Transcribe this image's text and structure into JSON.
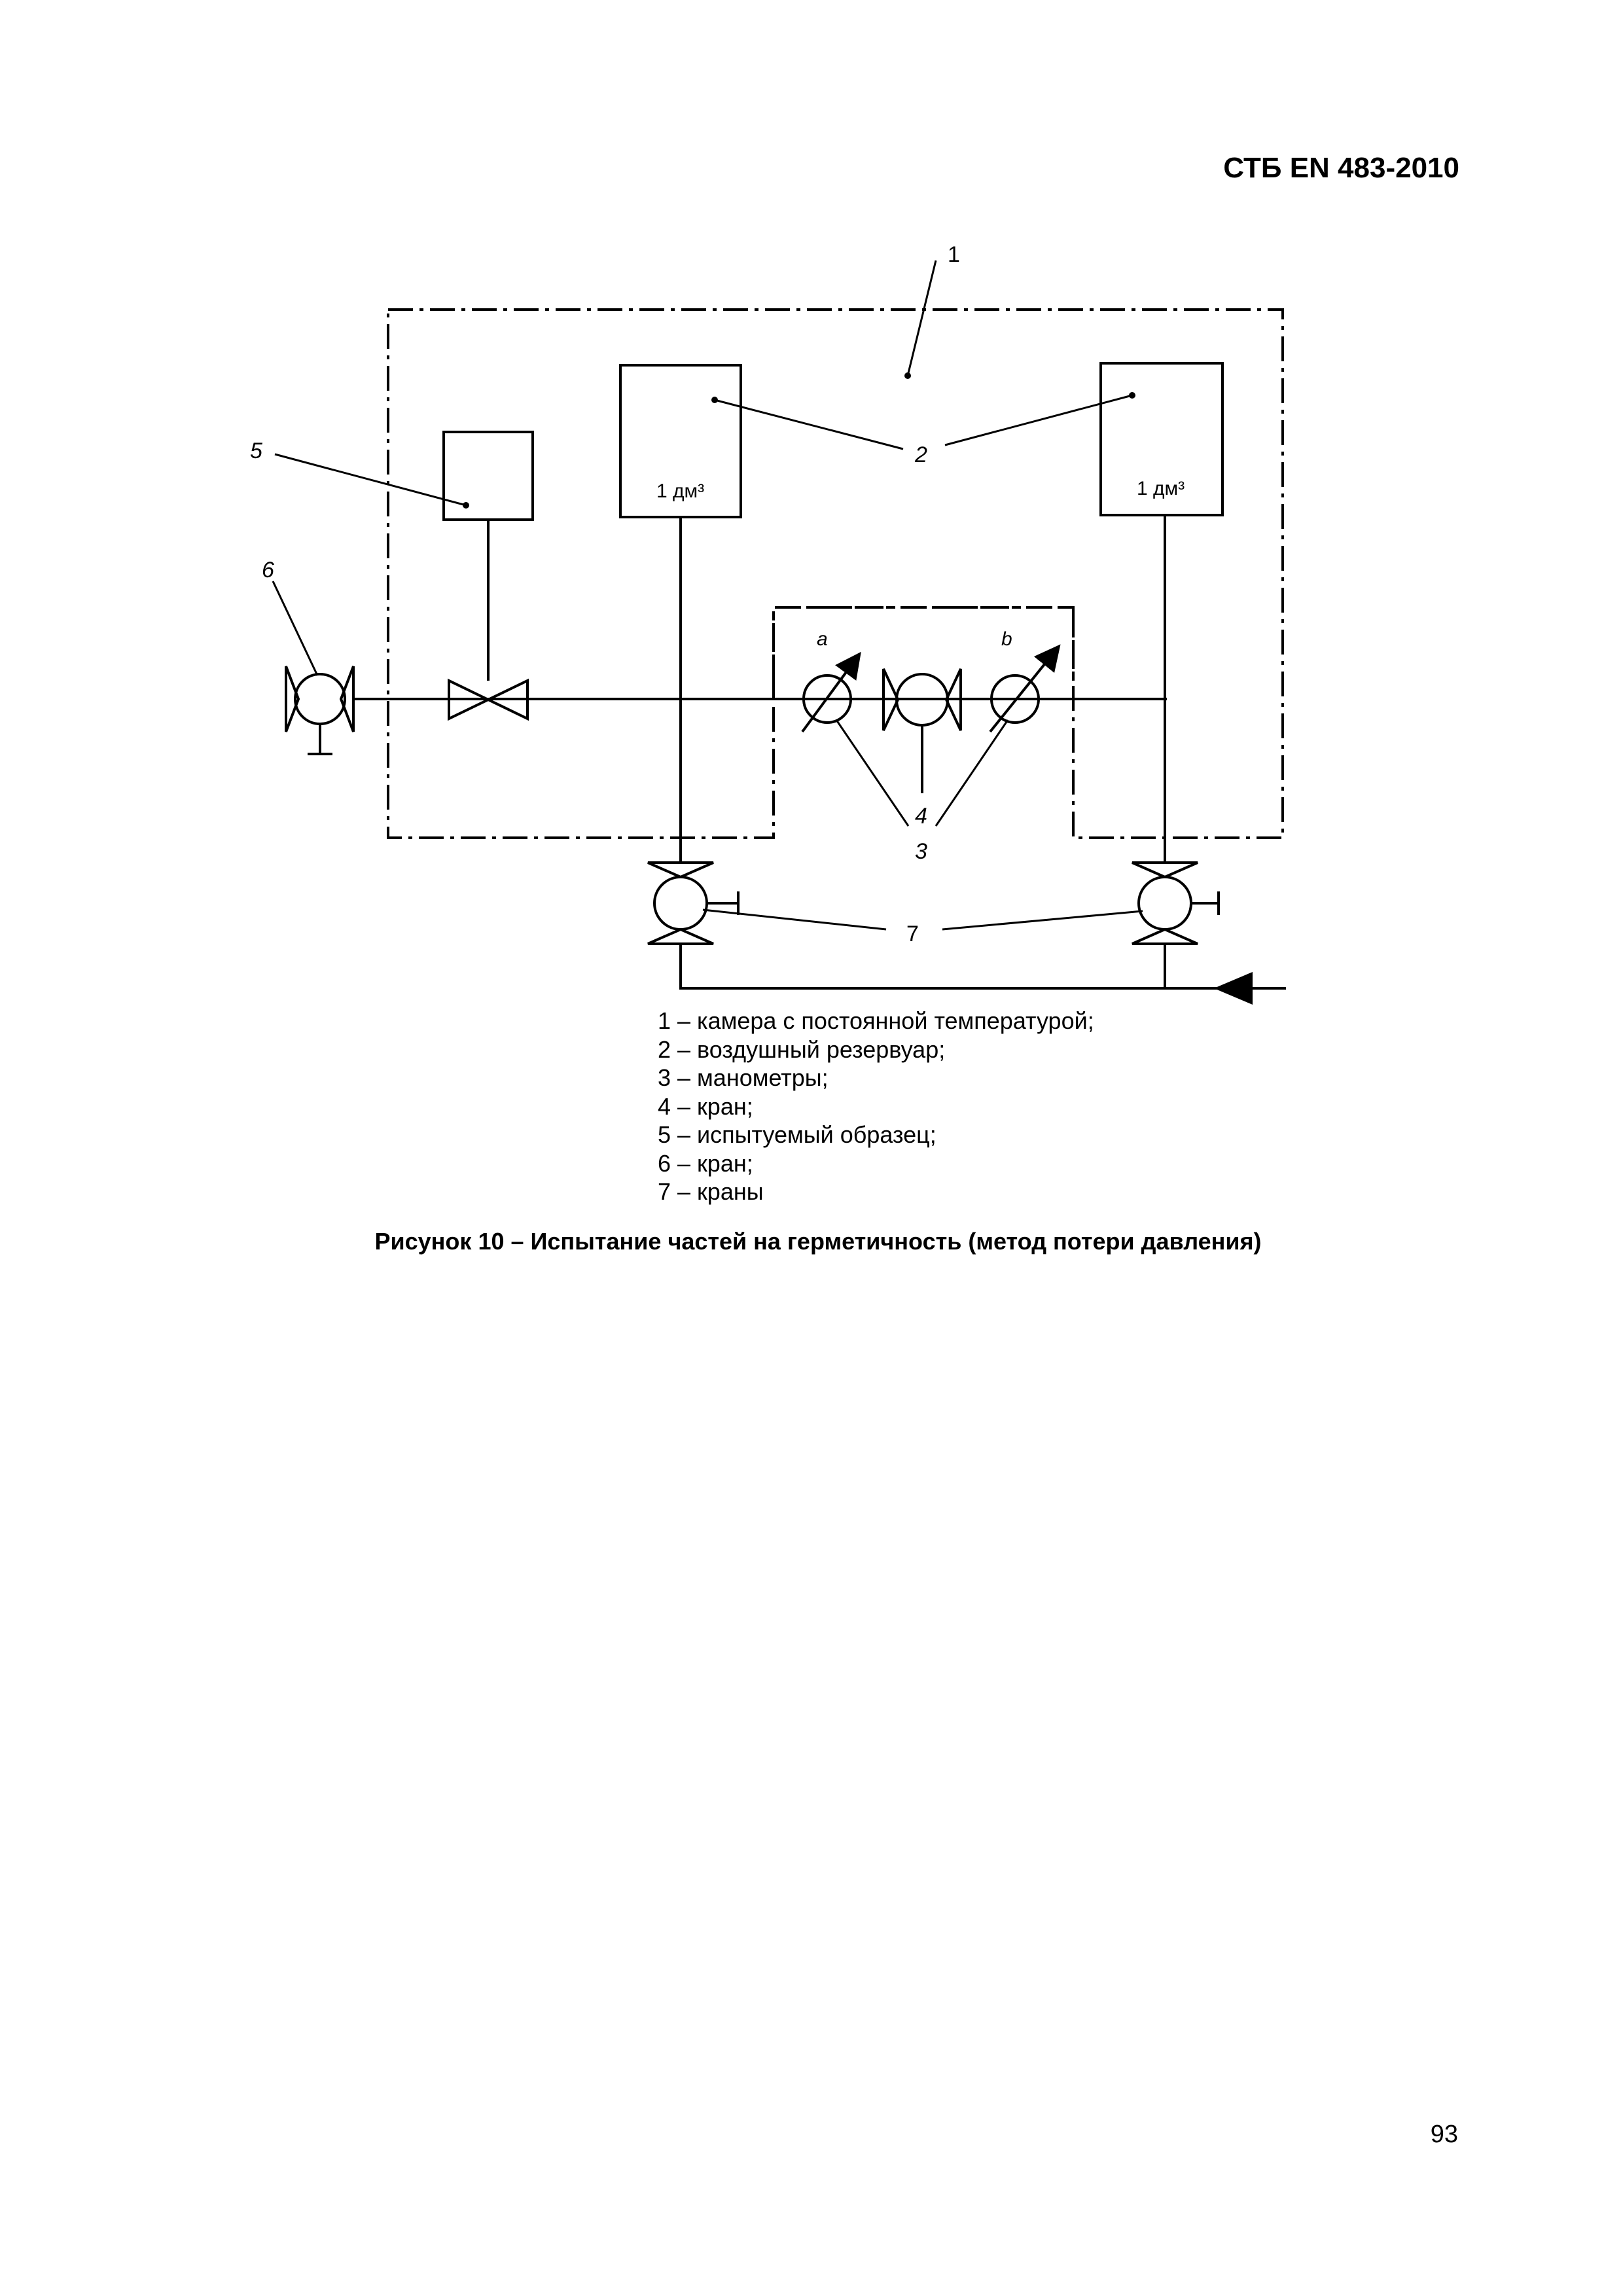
{
  "header": {
    "doc_code": "СТБ EN 483-2010"
  },
  "figure": {
    "callouts": {
      "c1": "1",
      "c2": "2",
      "c3": "3",
      "c4": "4",
      "c5": "5",
      "c6": "6",
      "c7": "7",
      "a": "a",
      "b": "b"
    },
    "tank_label_left": "1 дм³",
    "tank_label_right": "1 дм³"
  },
  "legend": [
    "1 – камера с постоянной температурой;",
    "2 – воздушный резервуар;",
    "3 – манометры;",
    "4 – кран;",
    "5 – испытуемый образец;",
    "6 – кран;",
    "7 – краны"
  ],
  "caption": "Рисунок 10 – Испытание частей на герметичность (метод потери давления)",
  "page_number": "93"
}
